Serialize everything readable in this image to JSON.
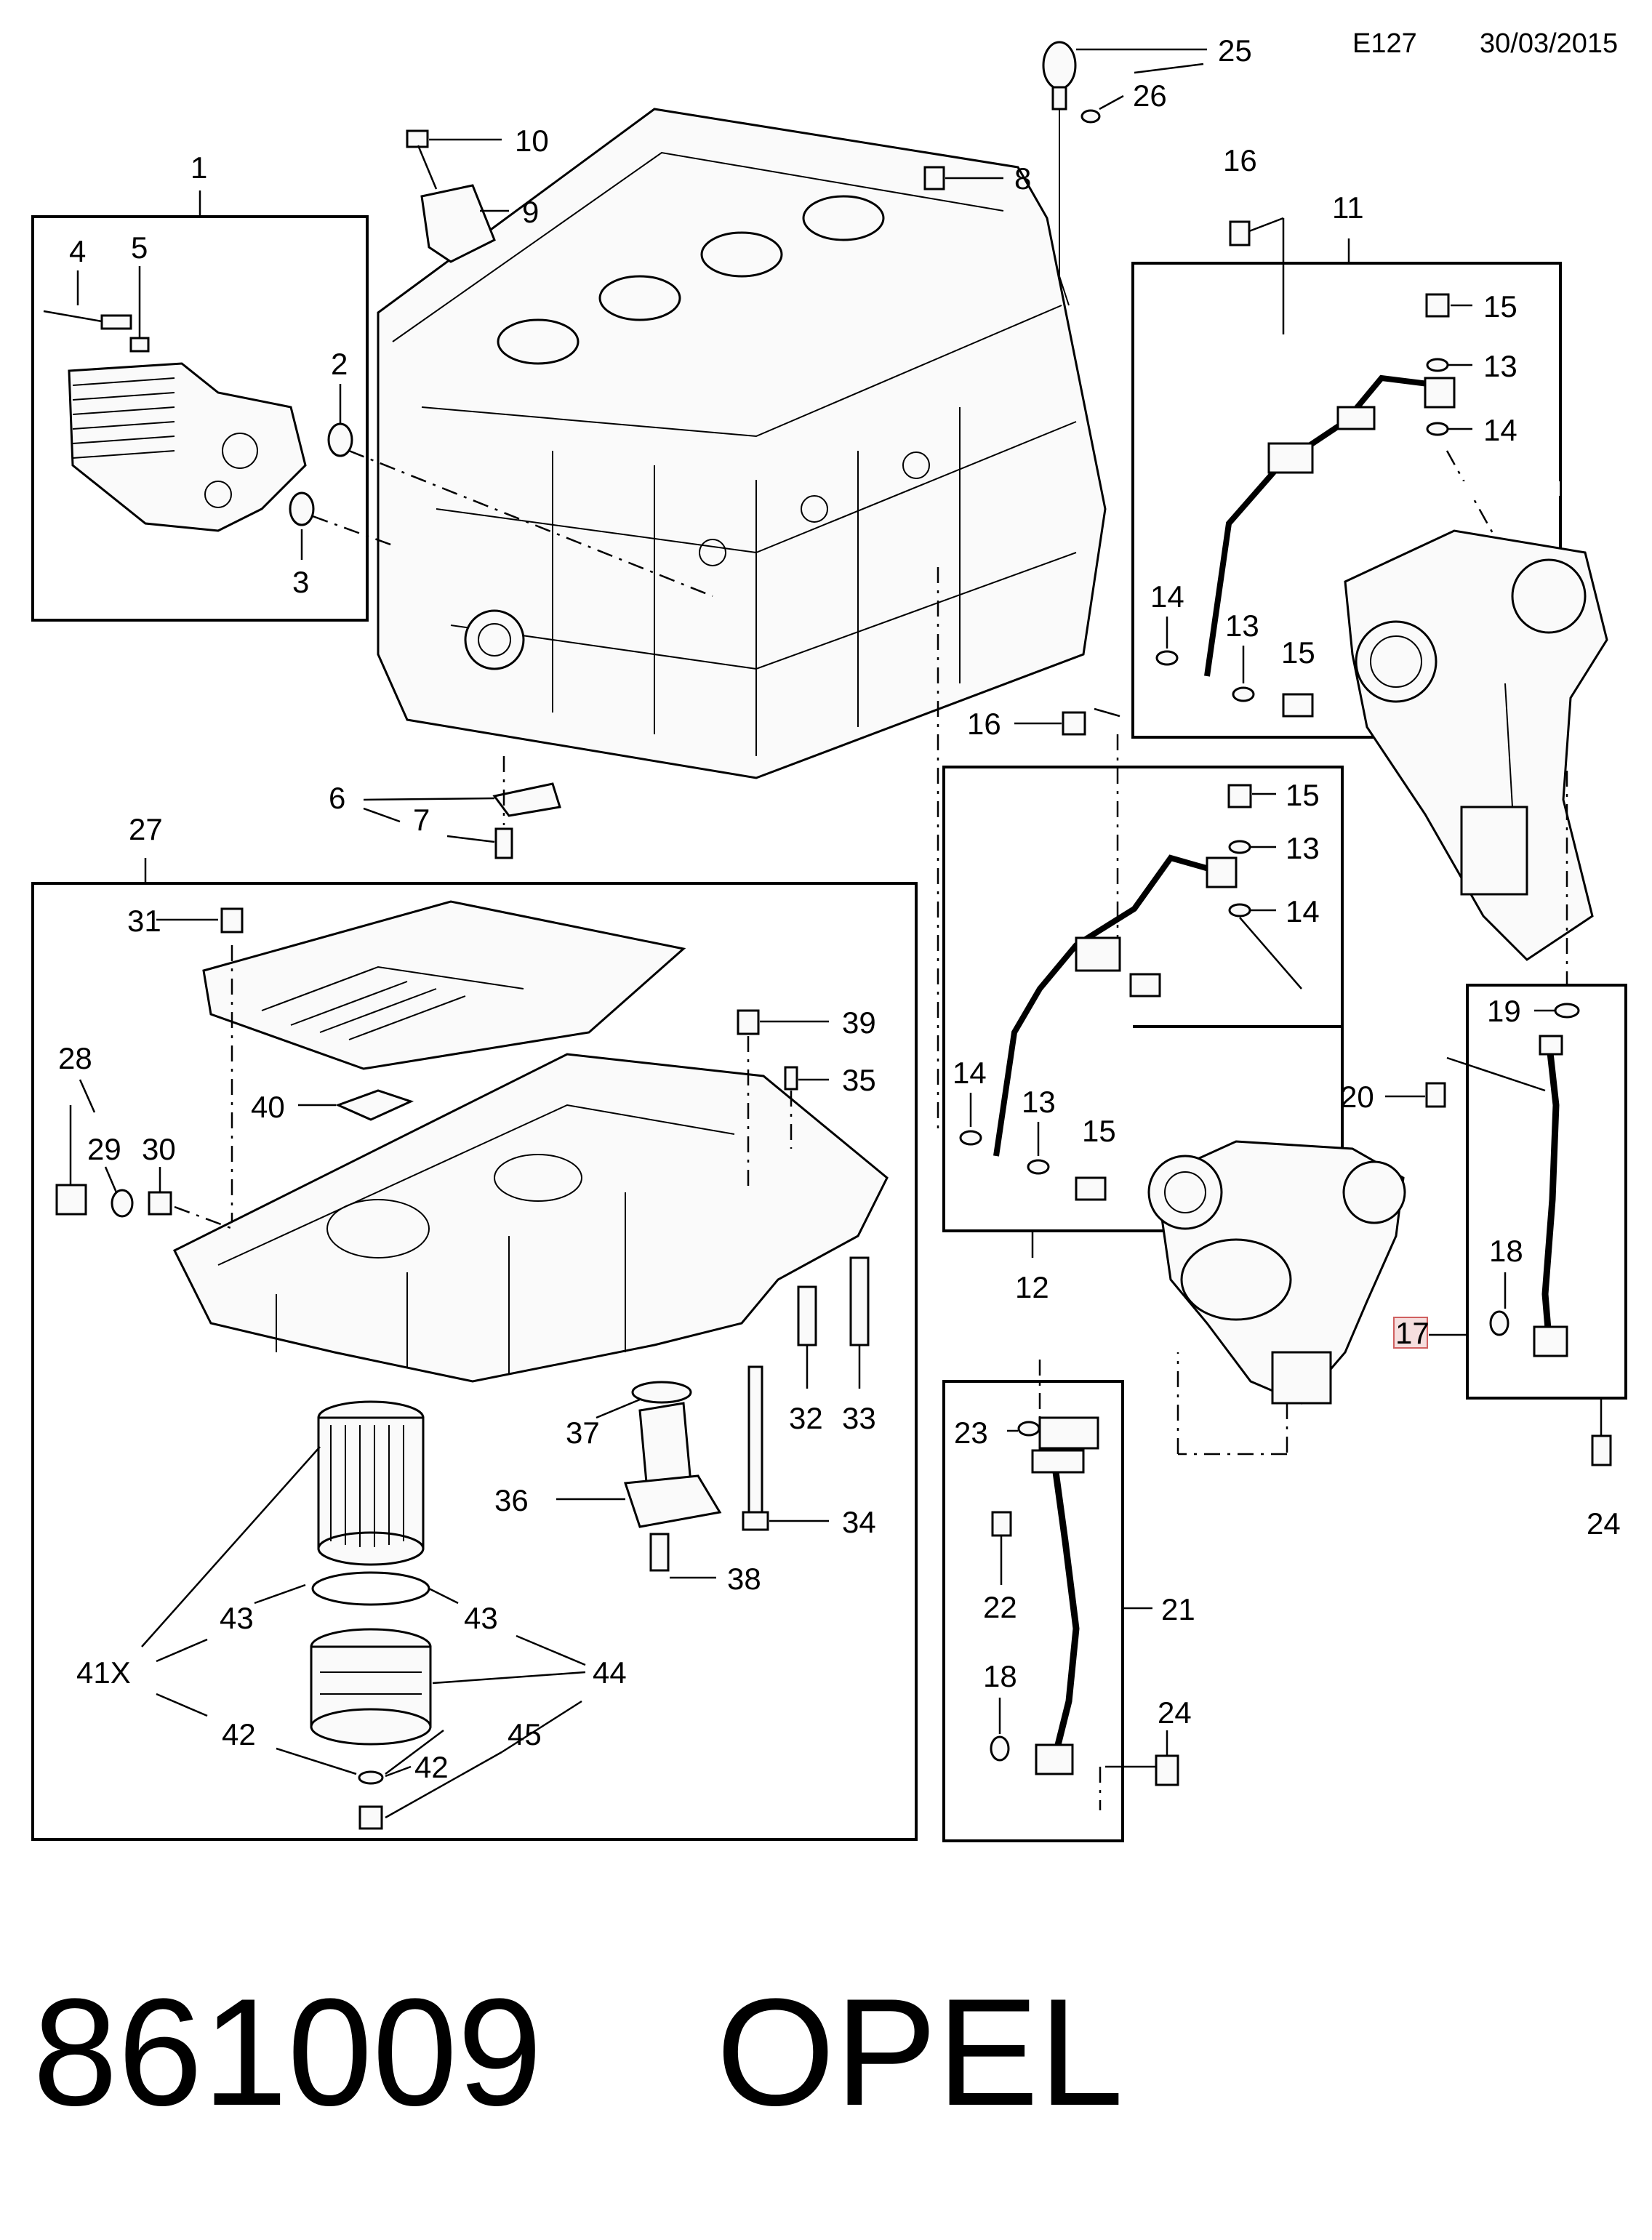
{
  "header": {
    "code": "E127",
    "date": "30/03/2015"
  },
  "footer": {
    "part_number": "861009",
    "brand": "OPEL"
  },
  "callouts": {
    "c1": "1",
    "c2": "2",
    "c3": "3",
    "c4": "4",
    "c5": "5",
    "c6": "6",
    "c7": "7",
    "c8": "8",
    "c9": "9",
    "c10": "10",
    "c11": "11",
    "c12": "12",
    "c13a": "13",
    "c13b": "13",
    "c13c": "13",
    "c13d": "13",
    "c14a": "14",
    "c14b": "14",
    "c14c": "14",
    "c14d": "14",
    "c15a": "15",
    "c15b": "15",
    "c15c": "15",
    "c15d": "15",
    "c16a": "16",
    "c16b": "16",
    "c17": "17",
    "c18a": "18",
    "c18b": "18",
    "c19": "19",
    "c20": "20",
    "c21": "21",
    "c22": "22",
    "c23": "23",
    "c24a": "24",
    "c24b": "24",
    "c25": "25",
    "c26": "26",
    "c27": "27",
    "c28": "28",
    "c29": "29",
    "c30": "30",
    "c31": "31",
    "c32": "32",
    "c33": "33",
    "c34": "34",
    "c35": "35",
    "c36": "36",
    "c37": "37",
    "c38": "38",
    "c39": "39",
    "c40": "40",
    "c41": "41X",
    "c42a": "42",
    "c42b": "42",
    "c43a": "43",
    "c43b": "43",
    "c44": "44",
    "c45": "45"
  },
  "highlight": {
    "fill": "#f6dede",
    "stroke": "#d06060"
  }
}
